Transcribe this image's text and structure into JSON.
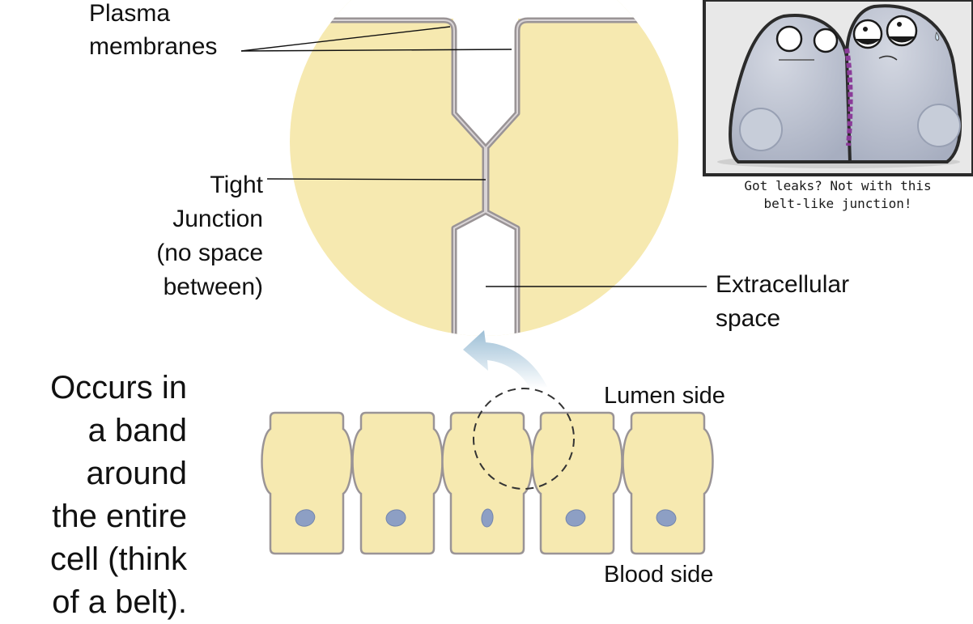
{
  "labels": {
    "plasma_membranes": [
      "Plasma",
      "membranes"
    ],
    "tight_junction": [
      "Tight",
      "Junction",
      "(no space",
      "between)"
    ],
    "extracellular_space": [
      "Extracellular",
      "space"
    ],
    "lumen_side": "Lumen side",
    "blood_side": "Blood side",
    "occurs_text": [
      "Occurs in",
      "a band",
      "around",
      "the entire",
      "cell (think",
      "of a belt)."
    ]
  },
  "comic": {
    "caption": [
      "Got leaks? Not with this",
      "belt-like junction!"
    ]
  },
  "colors": {
    "cell_fill": "#f6e9b0",
    "membrane": "#9a9496",
    "nucleus": "#8d9fc4",
    "comic_bg": "#2b2b2b",
    "cartoon_body": "#b9bfce",
    "junction_beads": "#8b3b99",
    "arrow": "#9dbfd6"
  },
  "icons": {
    "arrow": "curved-arrow-icon",
    "cartoon": "cartoon-cells-icon"
  }
}
